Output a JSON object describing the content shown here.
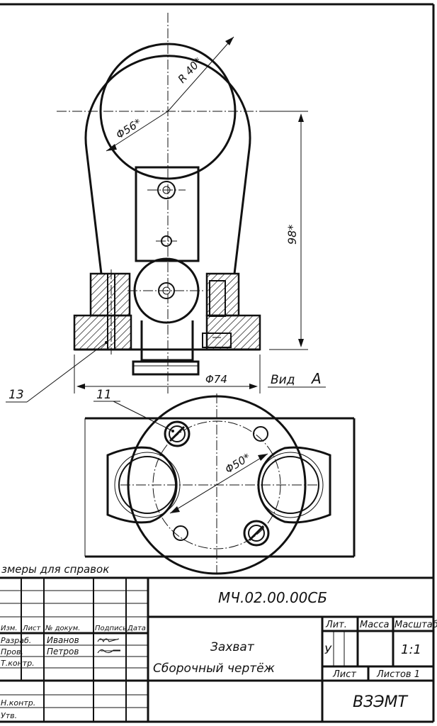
{
  "dimensions": {
    "radius": "R 40*",
    "diameter_inner": "Φ56*",
    "height": "98*",
    "diameter_base": "Φ74",
    "diameter_bolt_circle": "Φ50*"
  },
  "callouts": {
    "item_a": "13",
    "item_b": "11"
  },
  "view_label": {
    "word": "Вид",
    "letter": "А"
  },
  "note": "змеры для справок",
  "title_block": {
    "doc_code": "МЧ.02.00.00СБ",
    "name": "Захват",
    "doc_type": "Сборочный чертёж",
    "company": "ВЗЭМТ",
    "headers": {
      "izm": "Изм.",
      "list": "Лист",
      "ndoc": "№ докум.",
      "sign": "Подпись",
      "date": "Дата",
      "lit": "Лит.",
      "mass": "Масса",
      "scale": "Масштаб"
    },
    "lit_value": "У",
    "scale_value": "1:1",
    "sheet_label": "Лист",
    "sheets_label": "Листов 1",
    "roles": {
      "razrab": "Разраб.",
      "prov": "Пров.",
      "tkontr": "Т.контр.",
      "nkontr": "Н.контр.",
      "utv": "Утв."
    },
    "people": {
      "razrab": "Иванов",
      "prov": "Петров"
    }
  }
}
